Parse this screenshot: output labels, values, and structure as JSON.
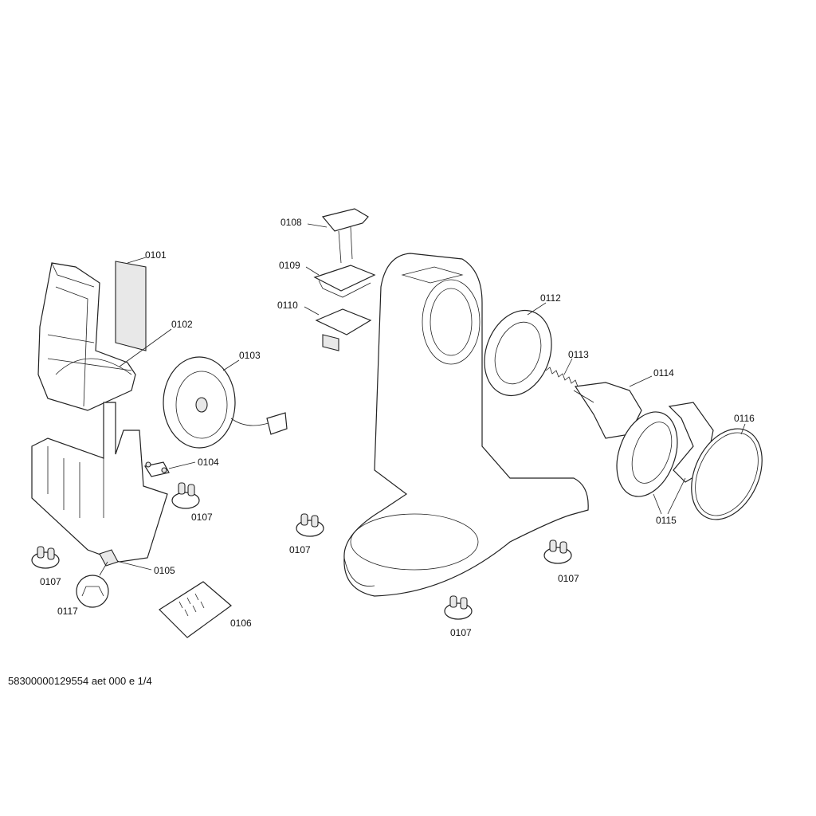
{
  "labels": {
    "p0101": "0101",
    "p0102": "0102",
    "p0103": "0103",
    "p0104": "0104",
    "p0105": "0105",
    "p0106": "0106",
    "p0107a": "0107",
    "p0107b": "0107",
    "p0107c": "0107",
    "p0107d": "0107",
    "p0107e": "0107",
    "p0108": "0108",
    "p0109": "0109",
    "p0110": "0110",
    "p0112": "0112",
    "p0113": "0113",
    "p0114": "0114",
    "p0115": "0115",
    "p0116": "0116",
    "p0117": "0117"
  },
  "footer": "58300000129554 aet 000 e 1/4"
}
